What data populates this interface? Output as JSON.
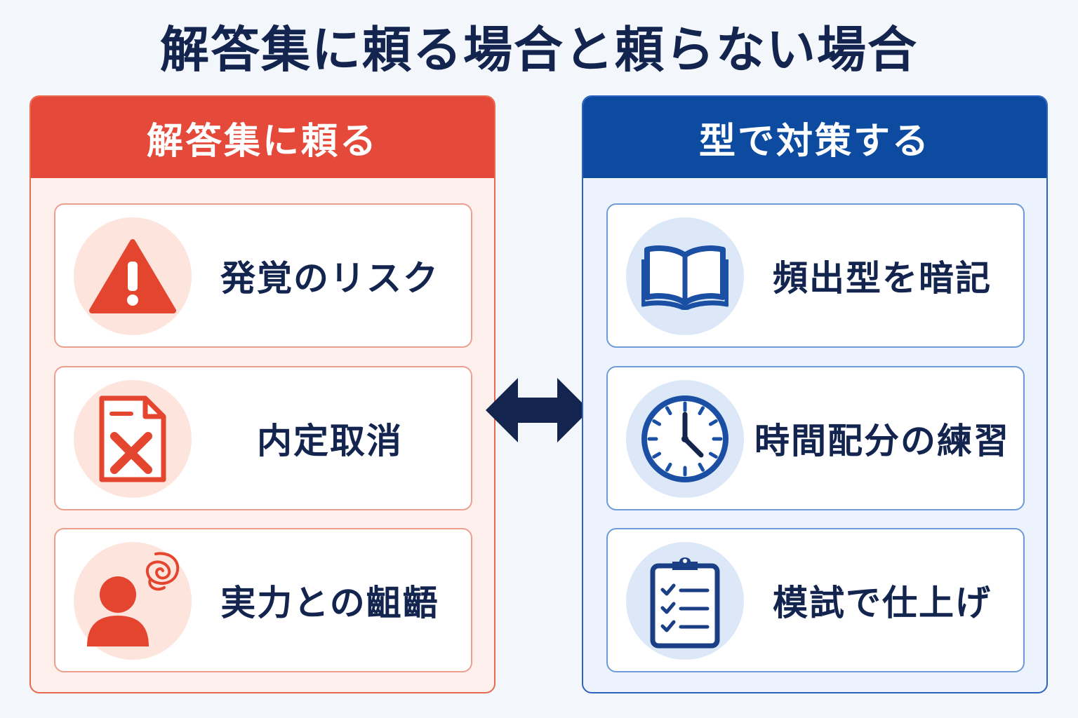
{
  "title": "解答集に頼る場合と頼らない場合",
  "left_panel": {
    "heading": "解答集に頼る",
    "accent_color": "#e4493a",
    "items": [
      {
        "label": "発覚のリスク",
        "icon": "warning-triangle-icon"
      },
      {
        "label": "内定取消",
        "icon": "document-x-icon"
      },
      {
        "label": "実力との齟齬",
        "icon": "confused-person-icon"
      }
    ]
  },
  "right_panel": {
    "heading": "型で対策する",
    "accent_color": "#0d4ba0",
    "items": [
      {
        "label": "頻出型を暗記",
        "icon": "open-book-icon"
      },
      {
        "label": "時間配分の練習",
        "icon": "clock-icon"
      },
      {
        "label": "模試で仕上げ",
        "icon": "clipboard-checklist-icon"
      }
    ]
  },
  "connector": {
    "icon": "double-arrow-icon",
    "color": "#13254f"
  }
}
